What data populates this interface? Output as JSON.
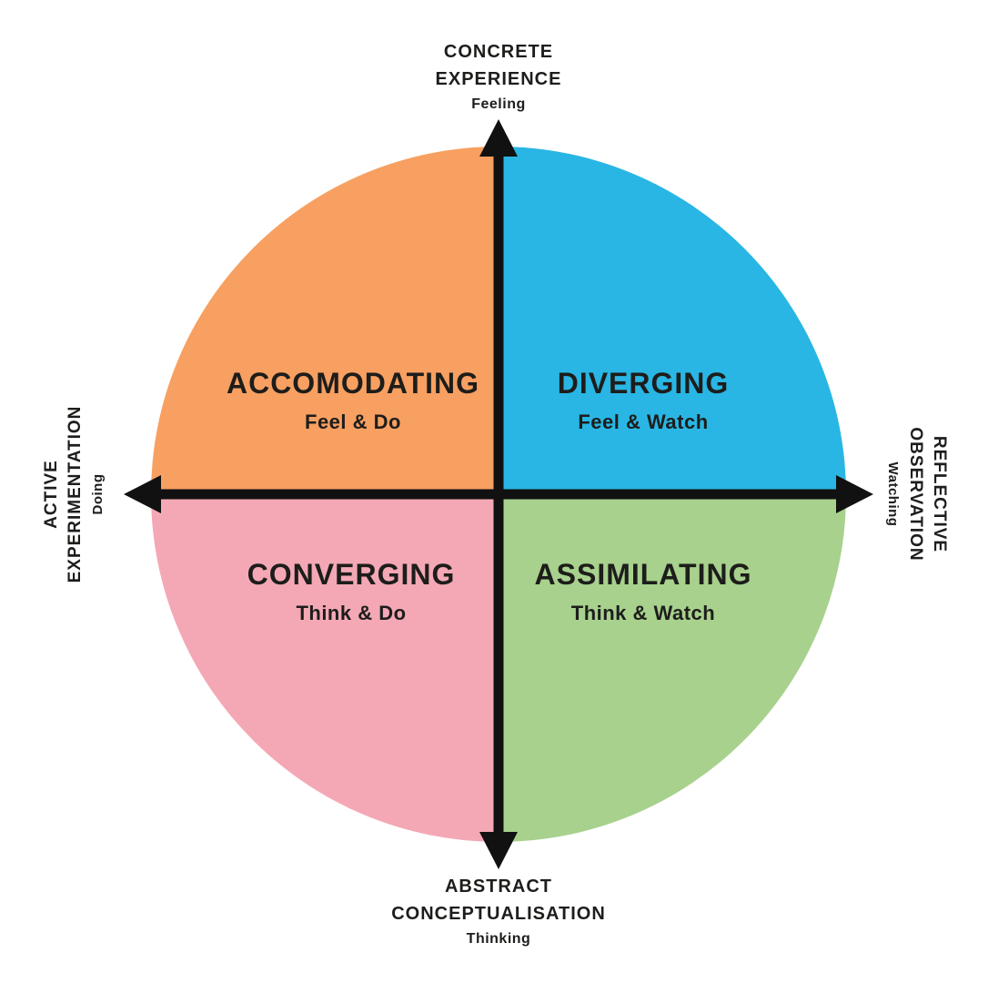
{
  "diagram": {
    "background_color": "#FFFFFF",
    "text_color": "#1D1D1B",
    "axis_color": "#111111",
    "axes": {
      "top": {
        "title_line1": "CONCRETE",
        "title_line2": "EXPERIENCE",
        "subtitle": "Feeling"
      },
      "bottom": {
        "title_line1": "ABSTRACT",
        "title_line2": "CONCEPTUALISATION",
        "subtitle": "Thinking"
      },
      "left": {
        "title_line1": "ACTIVE",
        "title_line2": "EXPERIMENTATION",
        "subtitle": "Doing"
      },
      "right": {
        "title_line1": "REFLECTIVE",
        "title_line2": "OBSERVATION",
        "subtitle": "Watching"
      }
    },
    "quadrants": [
      {
        "position": "top-left",
        "title": "ACCOMODATING",
        "subtitle": "Feel & Do",
        "color": "#F7A061"
      },
      {
        "position": "top-right",
        "title": "DIVERGING",
        "subtitle": "Feel & Watch",
        "color": "#29B6E4"
      },
      {
        "position": "bottom-left",
        "title": "CONVERGING",
        "subtitle": "Think & Do",
        "color": "#F4A8B5"
      },
      {
        "position": "bottom-right",
        "title": "ASSIMILATING",
        "subtitle": "Think & Watch",
        "color": "#A7D18D"
      }
    ]
  }
}
